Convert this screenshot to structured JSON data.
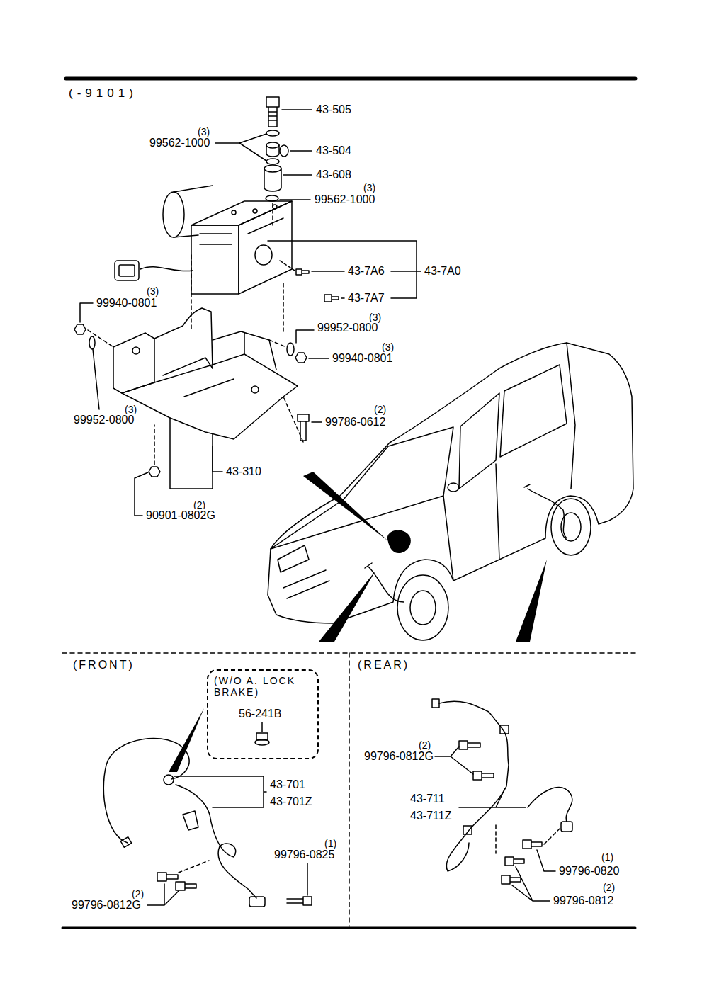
{
  "diagram": {
    "title": "(-9101)",
    "nodes": [
      {
        "text": [
          "(FRONT)"
        ]
      },
      {
        "text": [
          "(W/O A. LOCK BRAKE)",
          "56-241B"
        ],
        "in": 0
      },
      {
        "text": [
          "(REAR)"
        ]
      }
    ],
    "labels": [
      "43-505",
      "(3)",
      "99562-1000",
      "43-504",
      "43-608",
      "(3)",
      "99562-1000",
      "43-7A6",
      "43-7A0",
      "43-7A7",
      "(3)",
      "99940-0801",
      "(3)",
      "99952-0800",
      "(3)",
      "99940-0801",
      "(3)",
      "(2)",
      "99952-0800",
      "99786-0612",
      "43-310",
      "(2)",
      "90901-0802G",
      "43-701",
      "43-701Z",
      "(1)",
      "99796-0825",
      "(2)",
      "99796-0812G",
      "(2)",
      "99796-0812G",
      "43-711",
      "43-711Z",
      "(1)",
      "99796-0820",
      "(2)",
      "99796-0812"
    ]
  }
}
